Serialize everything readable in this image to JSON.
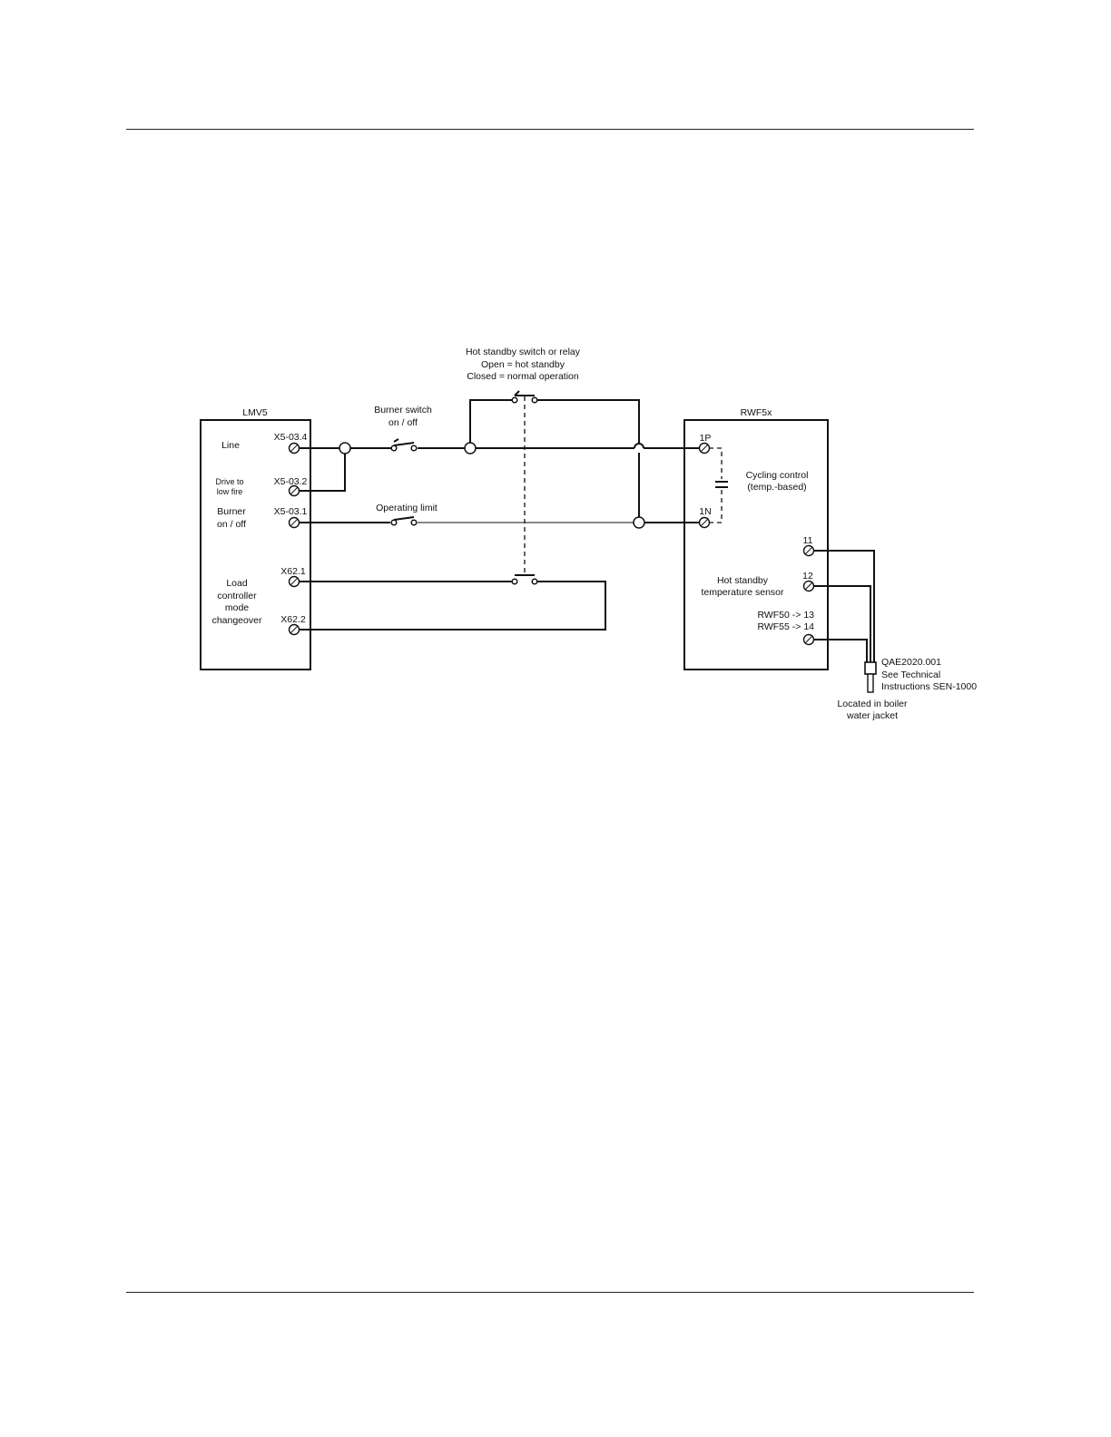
{
  "lmv5": {
    "title": "LMV5",
    "labels": {
      "line": "Line",
      "drive1": "Drive to",
      "drive2": "low fire",
      "burner1": "Burner",
      "burner2": "on / off",
      "load1": "Load",
      "load2": "controller",
      "load3": "mode",
      "load4": "changeover"
    },
    "terminals": [
      "X5-03.4",
      "X5-03.2",
      "X5-03.1",
      "X62.1",
      "X62.2"
    ]
  },
  "rwf5x": {
    "title": "RWF5x",
    "terminals": [
      "1P",
      "1N",
      "11",
      "12"
    ],
    "cycling1": "Cycling control",
    "cycling2": "(temp.-based)",
    "sensor1": "Hot standby",
    "sensor2": "temperature sensor",
    "rwf50": "RWF50 -> 13",
    "rwf55": "RWF55 -> 14"
  },
  "switches": {
    "burner1": "Burner switch",
    "burner2": "on / off",
    "operating": "Operating limit",
    "standby1": "Hot standby switch or relay",
    "standby2": "Open = hot standby",
    "standby3": "Closed = normal operation"
  },
  "sensor_note": {
    "line1": "QAE2020.001",
    "line2": "See Technical",
    "line3": "Instructions SEN-1000",
    "loc1": "Located in boiler",
    "loc2": "water jacket"
  }
}
